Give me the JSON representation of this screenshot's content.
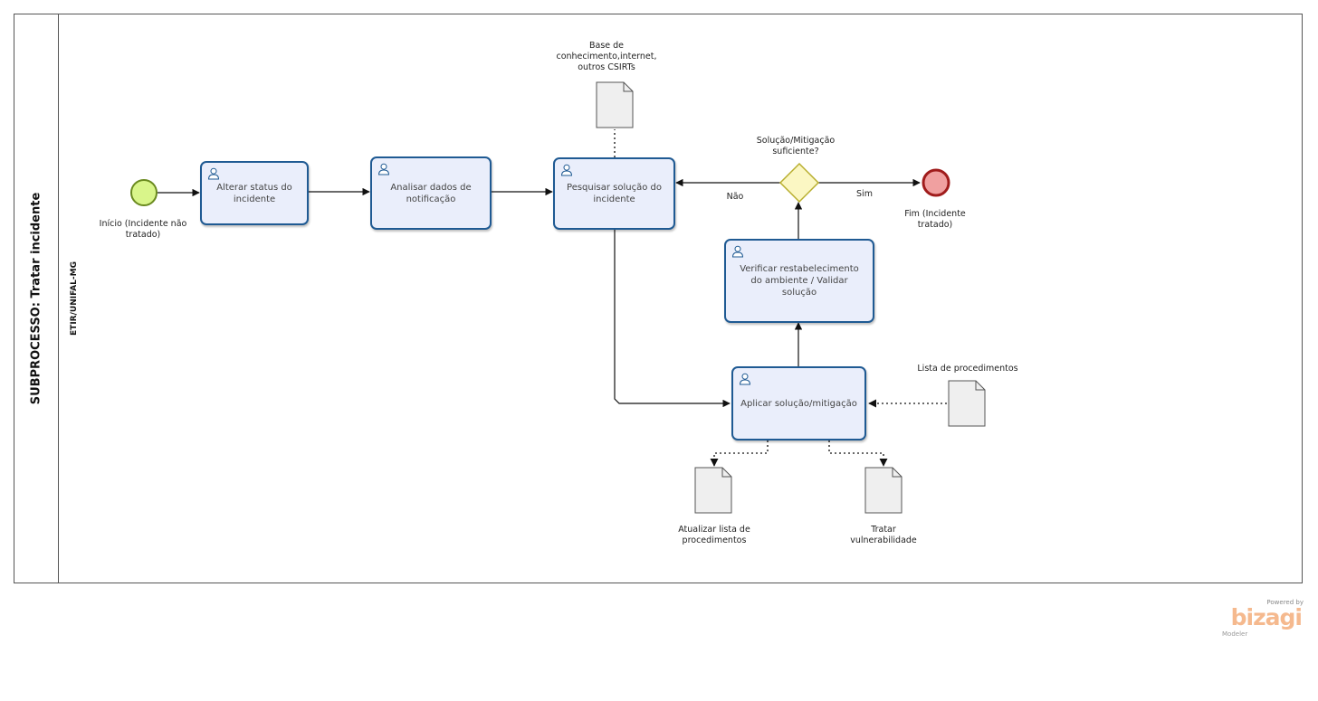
{
  "pool": {
    "title": "SUBPROCESSO: Tratar incidente"
  },
  "lane": {
    "title": "ETIR/UNIFAL-MG"
  },
  "events": {
    "start": {
      "label_lines": [
        "Início (Incidente não",
        "tratado)"
      ]
    },
    "end": {
      "label_lines": [
        "Fim (Incidente",
        "tratado)"
      ]
    }
  },
  "tasks": {
    "alterar": {
      "text": "Alterar status do incidente"
    },
    "analisar": {
      "text": "Analisar dados de notificação"
    },
    "pesquisar": {
      "text": "Pesquisar solução do incidente"
    },
    "verificar": {
      "text": "Verificar restabelecimento do ambiente / Validar solução"
    },
    "aplicar": {
      "text": "Aplicar solução/mitigação"
    }
  },
  "gateway": {
    "label_lines": [
      "Solução/Mitigação",
      "suficiente?"
    ]
  },
  "flows": {
    "nao": "Não",
    "sim": "Sim"
  },
  "artifacts": {
    "base": {
      "label_lines": [
        "Base de",
        "conhecimento,internet,",
        "outros CSIRTs"
      ]
    },
    "lista": {
      "label_lines": [
        "Lista de procedimentos"
      ]
    },
    "atualizar": {
      "label_lines": [
        "Atualizar lista de",
        "procedimentos"
      ]
    },
    "tratar": {
      "label_lines": [
        "Tratar",
        "vulnerabilidade"
      ]
    }
  },
  "branding": {
    "powered": "Powered by",
    "logo": "bizagi",
    "product": "Modeler"
  },
  "colors": {
    "task_fill": "#eaeefb",
    "task_border": "#1f5a93",
    "start_fill": "#d9f58a",
    "start_border": "#6a8a1f",
    "end_fill": "#f0a0a0",
    "end_border": "#a01c1c",
    "gateway_fill": "#fbf7c3",
    "gateway_border": "#b8ae2e",
    "document_fill": "#efefef"
  }
}
